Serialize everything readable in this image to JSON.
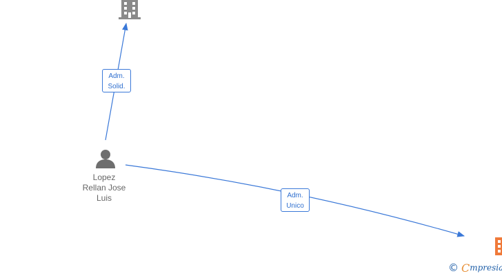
{
  "nodes": {
    "company_top": {
      "icon": "building-icon",
      "color": "#8a8a8a"
    },
    "company_right": {
      "icon": "building-icon",
      "color": "#f07a3a"
    },
    "person": {
      "icon": "person-icon",
      "color": "#6e6e6e",
      "name_lines": [
        "Lopez",
        "Rellan Jose",
        "Luis"
      ]
    }
  },
  "edges": {
    "to_top": {
      "label_lines": [
        "Adm.",
        "Solid."
      ],
      "color": "#3a78d8"
    },
    "to_right": {
      "label_lines": [
        "Adm.",
        "Unico"
      ],
      "color": "#3a78d8"
    }
  },
  "watermark": {
    "copyright": "©",
    "brand_first": "C",
    "brand_rest": "mpresia"
  }
}
